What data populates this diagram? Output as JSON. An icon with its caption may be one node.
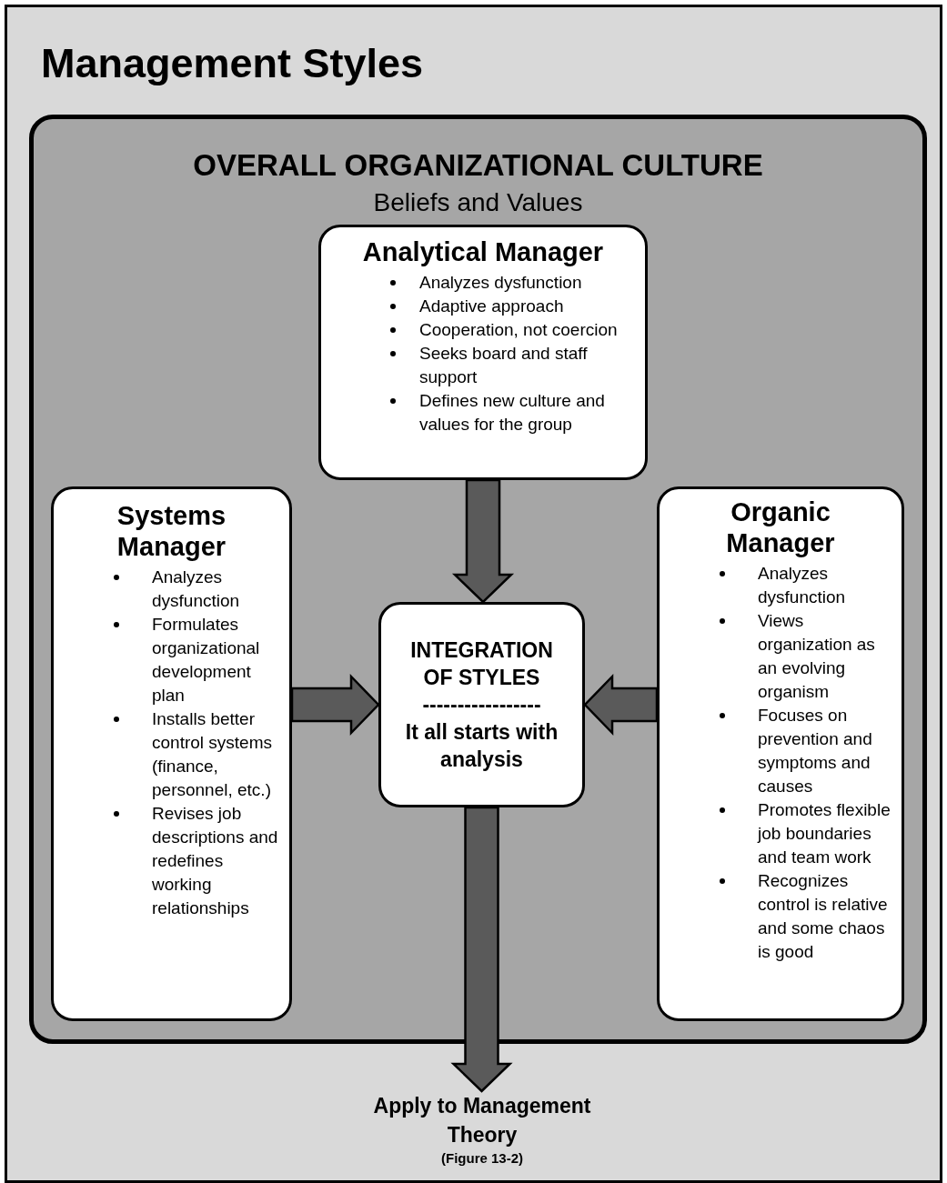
{
  "diagram": {
    "title": "Management Styles",
    "nodes": [
      {
        "text": [
          "OVERALL ORGANIZATIONAL CULTURE",
          "Beliefs and Values"
        ]
      },
      {
        "text": [
          "Analytical Manager",
          "Analyzes dysfunction",
          "Adaptive approach",
          "Cooperation, not coercion",
          "Seeks board and staff support",
          "Defines new culture and values for the group"
        ],
        "in": 0
      },
      {
        "text": [
          "Systems Manager",
          "Analyzes dysfunction",
          "Formulates organizational development plan",
          "Installs better control systems (finance, personnel, etc.)",
          "Revises job descriptions and redefines working relationships"
        ],
        "in": 0
      },
      {
        "text": [
          "INTEGRATION OF STYLES",
          "-----------------",
          "It all starts with analysis"
        ],
        "in": 0
      },
      {
        "text": [
          "Organic Manager",
          "Analyzes dysfunction",
          "Views organization as an evolving organism",
          "Focuses on prevention and symptoms and causes",
          "Promotes flexible job boundaries and team work",
          "Recognizes control is relative and some chaos is good"
        ],
        "in": 0
      },
      {
        "text": [
          "Apply to Management Theory",
          "(Figure 13-2)"
        ]
      }
    ],
    "edges": [
      {
        "from": 1,
        "to": 3,
        "arrow": "to",
        "style": "thick"
      },
      {
        "from": 2,
        "to": 3,
        "arrow": "to",
        "style": "thick"
      },
      {
        "from": 4,
        "to": 3,
        "arrow": "to",
        "style": "thick"
      },
      {
        "from": 3,
        "to": 5,
        "arrow": "to",
        "style": "thick"
      }
    ]
  }
}
